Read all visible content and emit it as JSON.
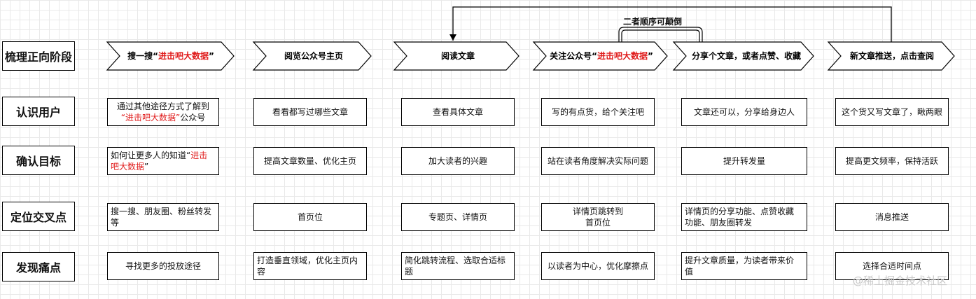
{
  "stages": [
    {
      "pre": "搜一搜“",
      "red": "进击吧大数据",
      "post": "”"
    },
    {
      "pre": "阅览公众号主页",
      "red": "",
      "post": ""
    },
    {
      "pre": "阅读文章",
      "red": "",
      "post": ""
    },
    {
      "pre": "关注公众号“",
      "red": "进击吧大数据",
      "post": "”"
    },
    {
      "pre": "分享个文章，或者点赞、收藏",
      "red": "",
      "post": ""
    },
    {
      "pre": "新文章推送，点击查阅",
      "red": "",
      "post": ""
    }
  ],
  "rows": [
    {
      "label": "梳理正向阶段"
    },
    {
      "label": "认识用户"
    },
    {
      "label": "确认目标"
    },
    {
      "label": "定位交叉点"
    },
    {
      "label": "发现痛点"
    }
  ],
  "swap_label": "二者顺序可颠倒",
  "cells": {
    "know": {
      "c1": {
        "l1": "通过其他途径方式了解到",
        "l2_red": "“进击吧大数据”",
        "l2_post": "公众号"
      },
      "c2": "看看都写过哪些文章",
      "c3": "查看具体文章",
      "c4": "写的有点货，给个关注吧",
      "c5": "文章还可以，分享给身边人",
      "c6": "这个货又写文章了，瞅两眼"
    },
    "goal": {
      "c1": {
        "l1_pre": "如何让更多人的知道“",
        "l1_red": "进击",
        "l2_red": "吧大数据",
        "l2_post": "”"
      },
      "c2": "提高文章数量、优化主页",
      "c3": "加大读者的兴趣",
      "c4": "站在读者角度解决实际问题",
      "c5": "提升转发量",
      "c6": "提高更文频率，保持活跃"
    },
    "cross": {
      "c1": {
        "l1": "搜一搜、朋友圈、粉丝转发",
        "l2": "等"
      },
      "c2": "首页位",
      "c3": "专题页、详情页",
      "c4": {
        "l1": "详情页跳转到",
        "l2": "首页位"
      },
      "c5": {
        "l1": "详情页的分享功能、点赞收藏",
        "l2": "功能、朋友圈转发"
      },
      "c6": "消息推送"
    },
    "pain": {
      "c1": "寻找更多的投放途径",
      "c2": {
        "l1": "打造垂直领域，优化主页内",
        "l2": "容"
      },
      "c3": {
        "l1": "简化跳转流程、选取合适标",
        "l2": "题"
      },
      "c4": "以读者为中心，优化摩擦点",
      "c5": {
        "l1": "提升文章质量，为读者带来价",
        "l2": "值"
      },
      "c6": "选择合适时间点"
    }
  },
  "watermark": "@稀土掘金技术社区"
}
